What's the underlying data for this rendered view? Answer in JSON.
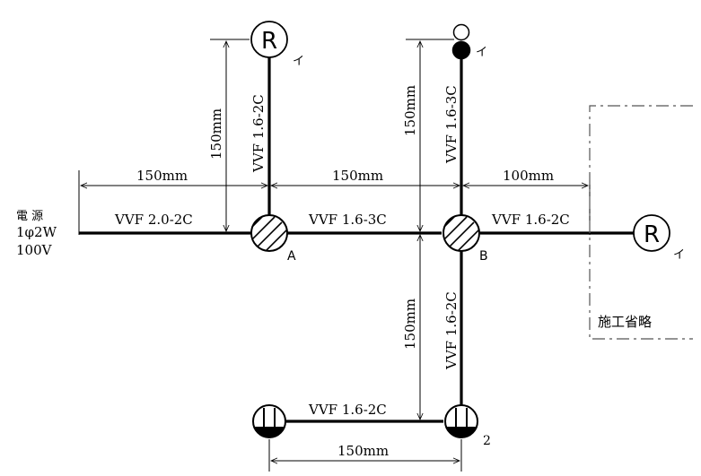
{
  "power_source": {
    "line1": "電 源",
    "line2": "1φ2W",
    "line3": "100V"
  },
  "cables": {
    "main_feed": "VVF 2.0-2C",
    "a_to_b": "VVF 1.6-3C",
    "a_to_light": "VVF 1.6-2C",
    "b_to_pendant": "VVF 1.6-3C",
    "b_to_right_light": "VVF 1.6-2C",
    "b_to_outlet": "VVF 1.6-2C",
    "outlet_to_outlet": "VVF 1.6-2C"
  },
  "dimensions": {
    "source_to_a": "150mm",
    "a_to_b": "150mm",
    "b_to_right": "100mm",
    "a_vertical": "150mm",
    "b_vertical_up": "150mm",
    "b_vertical_down": "150mm",
    "outlet_span": "150mm"
  },
  "boxes": {
    "a": "A",
    "b": "B"
  },
  "fixtures": {
    "receptacle_light_symbol": "R",
    "switch_label": "イ",
    "outlet_count_label": "2"
  },
  "note": "施工省略"
}
